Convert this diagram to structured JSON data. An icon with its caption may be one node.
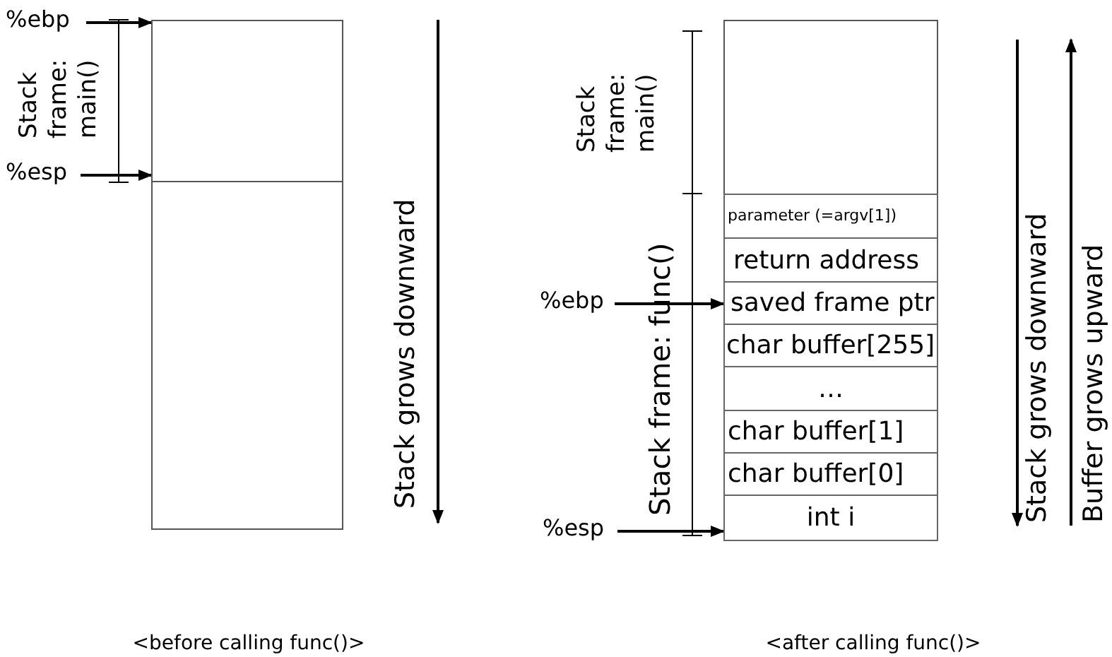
{
  "diagram": {
    "nodes": [
      {
        "text": [],
        "shape": "box"
      },
      {
        "text": [],
        "shape": "box"
      },
      {
        "text": [
          "%ebp"
        ]
      },
      {
        "text": [
          "%esp"
        ]
      },
      {
        "text": [],
        "shape": "box"
      },
      {
        "text": [
          "parameter (=argv[1])"
        ]
      },
      {
        "text": [
          "return address"
        ]
      },
      {
        "text": [
          "saved frame ptr"
        ]
      },
      {
        "text": [
          "char buffer[255]"
        ]
      },
      {
        "text": [
          "…"
        ]
      },
      {
        "text": [
          "char buffer[1]"
        ]
      },
      {
        "text": [
          "char buffer[0]"
        ]
      },
      {
        "text": [
          "int i"
        ]
      },
      {
        "text": [
          "%ebp"
        ]
      },
      {
        "text": [
          "%esp"
        ]
      }
    ],
    "edges": [
      {
        "from": 2,
        "to": 0,
        "arrow": "to"
      },
      {
        "from": 3,
        "to": 0,
        "arrow": "to"
      },
      {
        "from": 13,
        "to": 7,
        "arrow": "to"
      },
      {
        "from": 14,
        "to": 12,
        "arrow": "to"
      }
    ],
    "labels": [
      "Stack frame: main()",
      "Stack grows downward",
      "Stack frame: main()",
      "Stack frame: func()",
      "Stack grows downward",
      "Buffer grows upward",
      "<before calling func()>",
      "<after calling func()>"
    ]
  }
}
